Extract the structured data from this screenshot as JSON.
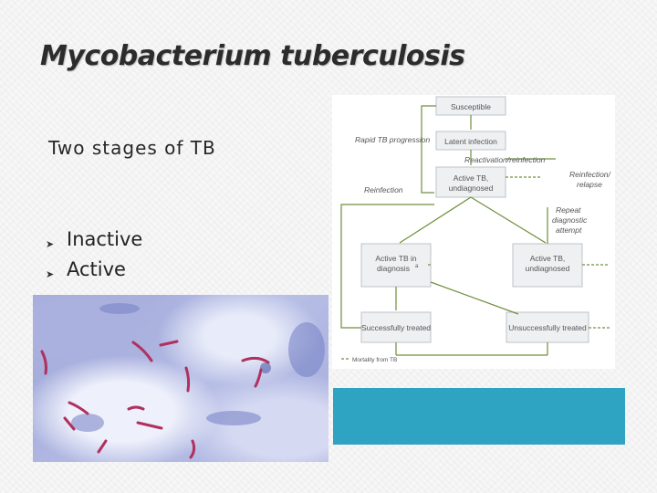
{
  "slide": {
    "title": "Mycobacterium tuberculosis",
    "subtitle": "Two stages of TB",
    "bullets": [
      {
        "label": "Inactive",
        "icon": "arrow-bullet-icon"
      },
      {
        "label": "Active",
        "icon": "arrow-bullet-icon"
      }
    ]
  },
  "photo": {
    "icon": "acid-fast-bacilli-micrograph",
    "colors": {
      "stain": "#9aa3d8",
      "bacilli": "#b0305e"
    }
  },
  "diagram": {
    "nodes": {
      "susceptible": "Susceptible",
      "latent": "Latent infection",
      "active_undiagnosed_1": [
        "Active TB,",
        "undiagnosed"
      ],
      "active_in_diagnosis": [
        "Active TB in",
        "diagnosis"
      ],
      "active_in_diagnosis_sup": "a",
      "active_undiagnosed_2": [
        "Active TB,",
        "undiagnosed"
      ],
      "successfully_treated": "Successfully treated",
      "unsuccessfully_treated": "Unsuccessfully treated"
    },
    "labels": {
      "rapid": "Rapid TB progression",
      "reactivation": "Reactivation/reinfection",
      "reinfection": "Reinfection",
      "reinfection_relapse": [
        "Reinfection/",
        "relapse"
      ],
      "repeat": [
        "Repeat",
        "diagnostic",
        "attempt"
      ],
      "mortality": "Mortality from TB"
    }
  },
  "colors": {
    "box_fill": "#eef0f2",
    "arrow": "#6e8f3c",
    "teal": "#2fa3c2"
  }
}
